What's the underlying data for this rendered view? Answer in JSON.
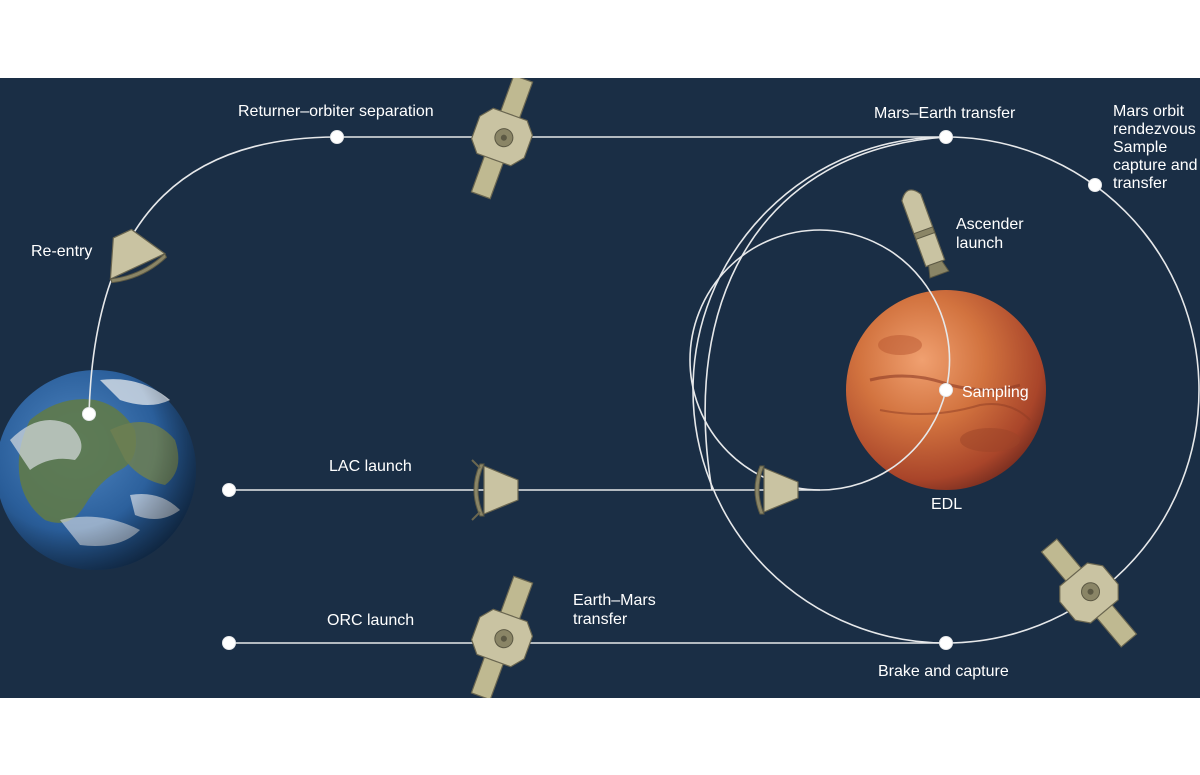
{
  "colors": {
    "background": "#1a2e45",
    "orbit_line": "#e6e8ea",
    "label_text": "#ffffff",
    "spacecraft": "#c9c3a2",
    "mars": "#c9683a",
    "earth_ocean": "#2a5e9a"
  },
  "labels": {
    "returner_orbiter_separation": "Returner–orbiter separation",
    "mars_earth_transfer": "Mars–Earth transfer",
    "mars_orbit_rendezvous": [
      "Mars orbit",
      "rendezvous",
      "Sample",
      "capture and",
      "transfer"
    ],
    "re_entry": "Re-entry",
    "ascender_launch": [
      "Ascender",
      "launch"
    ],
    "sampling": "Sampling",
    "lac_launch": "LAC launch",
    "edl": "EDL",
    "orc_launch": "ORC launch",
    "earth_mars_transfer": [
      "Earth–Mars",
      "transfer"
    ],
    "brake_and_capture": "Brake and capture"
  },
  "icons": {
    "earth": "earth-planet-icon",
    "mars": "mars-planet-icon",
    "orbiter": "orbiter-spacecraft-icon",
    "capsule": "reentry-capsule-icon",
    "lander": "lander-capsule-icon",
    "ascender": "ascender-rocket-icon"
  }
}
